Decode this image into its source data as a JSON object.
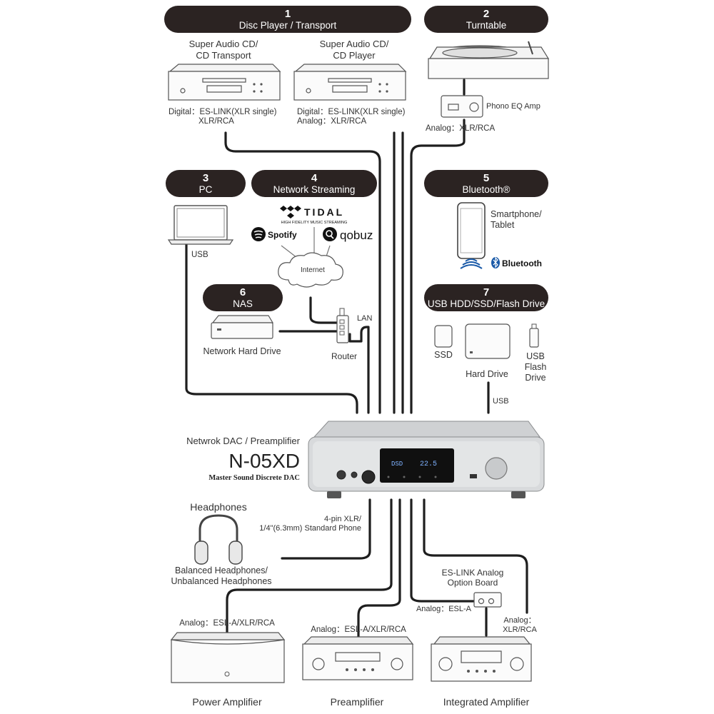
{
  "banners": {
    "disc": {
      "num": "1",
      "label": "Disc Player / Transport"
    },
    "turn": {
      "num": "2",
      "label": "Turntable"
    },
    "pc": {
      "num": "3",
      "label": "PC"
    },
    "net": {
      "num": "4",
      "label": "Network Streaming"
    },
    "bt": {
      "num": "5",
      "label": "Bluetooth®"
    },
    "nas": {
      "num": "6",
      "label": "NAS"
    },
    "usb": {
      "num": "7",
      "label": "USB HDD/SSD/Flash Drive"
    }
  },
  "sources": {
    "sacd_transport": {
      "title1": "Super Audio CD/",
      "title2": "CD Transport",
      "conn1": "Digital：ES-LINK(XLR single)",
      "conn2": "XLR/RCA"
    },
    "sacd_player": {
      "title1": "Super Audio CD/",
      "title2": "CD Player",
      "conn1": "Digital：ES-LINK(XLR single)",
      "conn2": "Analog：XLR/RCA"
    },
    "phono": {
      "label": "Phono EQ Amp",
      "conn": "Analog：XLR/RCA"
    },
    "pc": {
      "conn": "USB"
    },
    "streaming": {
      "tidal": "TIDAL",
      "tidal_sub": "HIGH FIDELITY MUSIC STREAMING",
      "spotify": "Spotify",
      "qobuz": "qobuz",
      "internet": "Internet"
    },
    "router": {
      "label": "Router",
      "conn": "LAN"
    },
    "nas": {
      "label": "Network Hard Drive"
    },
    "bluetooth": {
      "device1": "Smartphone/",
      "device2": "Tablet",
      "logo": "Bluetooth"
    },
    "usb": {
      "ssd": "SSD",
      "hdd": "Hard Drive",
      "flash1": "USB",
      "flash2": "Flash",
      "flash3": "Drive",
      "conn": "USB"
    }
  },
  "main_unit": {
    "category": "Netwrok DAC / Preamplifier",
    "model": "N-05XD",
    "tagline": "Master Sound Discrete DAC",
    "display_left": "DSD",
    "display_right": "22.5"
  },
  "outputs": {
    "headphones": {
      "title": "Headphones",
      "conn1": "4-pin XLR/",
      "conn2": "1/4\"(6.3mm) Standard Phone",
      "desc1": "Balanced Headphones/",
      "desc2": "Unbalanced Headphones"
    },
    "power_amp": {
      "conn": "Analog：ESL-A/XLR/RCA",
      "label": "Power Amplifier"
    },
    "preamp": {
      "conn": "Analog：ESL-A/XLR/RCA",
      "label": "Preamplifier"
    },
    "integrated": {
      "label": "Integrated Amplifier",
      "board1": "ES-LINK Analog",
      "board2": "Option Board",
      "board_conn": "Analog：ESL-A",
      "conn1": "Analog：",
      "conn2": "XLR/RCA"
    }
  }
}
